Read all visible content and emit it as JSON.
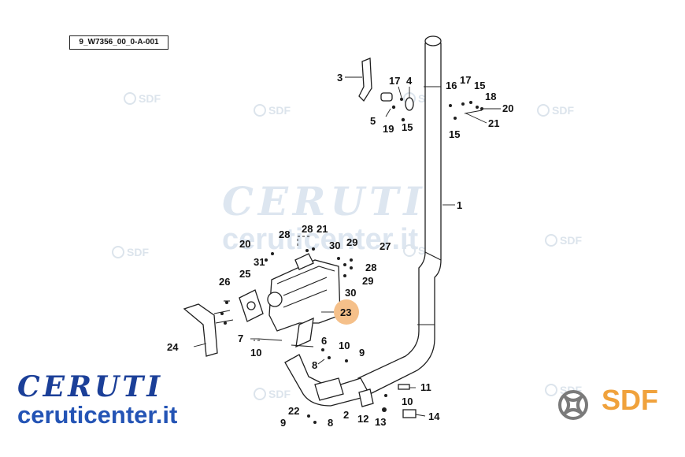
{
  "diagram_code": "9_W7356_00_0-A-001",
  "watermark": {
    "brand": "CERUTI",
    "url": "ceruticenter.it",
    "sdf_small": "SDF"
  },
  "brand": {
    "name": "CERUTI",
    "url": "ceruticenter.it",
    "sdf": "SDF"
  },
  "highlight": {
    "label": "23",
    "color": "#f5c08a"
  },
  "colors": {
    "brand_blue": "#1b3f98",
    "sdf_orange": "#f0a23c",
    "watermark": "#dde6f0"
  },
  "callouts": {
    "c1": "1",
    "c2": "2",
    "c3": "3",
    "c4": "4",
    "c5": "5",
    "c6": "6",
    "c7": "7",
    "c8a": "8",
    "c8b": "8",
    "c9a": "9",
    "c9b": "9",
    "c10a": "10",
    "c10b": "10",
    "c10c": "10",
    "c11": "11",
    "c12": "12",
    "c13": "13",
    "c14": "14",
    "c15a": "15",
    "c15b": "15",
    "c15c": "15",
    "c16": "16",
    "c17a": "17",
    "c17b": "17",
    "c18": "18",
    "c19": "19",
    "c20a": "20",
    "c20b": "20",
    "c21a": "21",
    "c21b": "21",
    "c22": "22",
    "c24": "24",
    "c25": "25",
    "c26": "26",
    "c27": "27",
    "c28a": "28",
    "c28b": "28",
    "c28c": "28",
    "c29a": "29",
    "c29b": "29",
    "c30a": "30",
    "c30b": "30",
    "c31": "31"
  }
}
